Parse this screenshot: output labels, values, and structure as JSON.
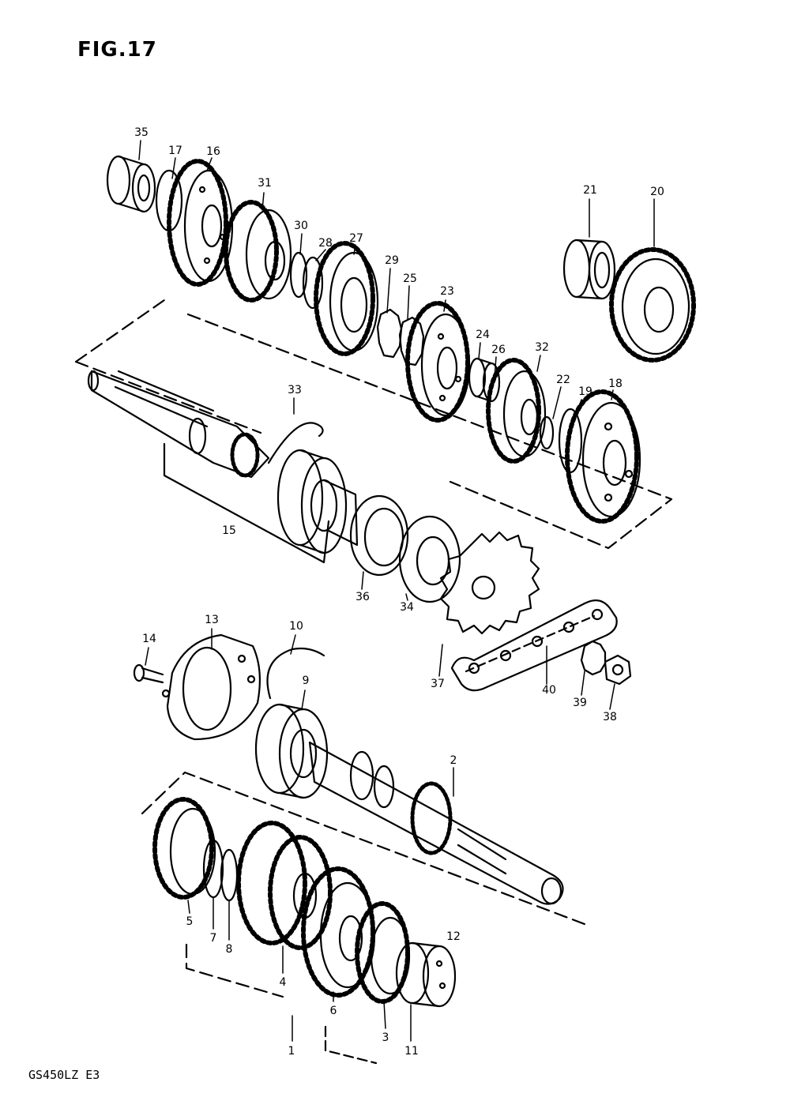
{
  "figure_title": "FIG.17",
  "footer_code": "GS450LZ E3",
  "parts": [
    {
      "id": "p35",
      "label": "35"
    },
    {
      "id": "p17",
      "label": "17"
    },
    {
      "id": "p16",
      "label": "16"
    },
    {
      "id": "p31",
      "label": "31"
    },
    {
      "id": "p30",
      "label": "30"
    },
    {
      "id": "p28",
      "label": "28"
    },
    {
      "id": "p27",
      "label": "27"
    },
    {
      "id": "p29",
      "label": "29"
    },
    {
      "id": "p25",
      "label": "25"
    },
    {
      "id": "p23",
      "label": "23"
    },
    {
      "id": "p24",
      "label": "24"
    },
    {
      "id": "p26",
      "label": "26"
    },
    {
      "id": "p32",
      "label": "32"
    },
    {
      "id": "p22",
      "label": "22"
    },
    {
      "id": "p19",
      "label": "19"
    },
    {
      "id": "p18",
      "label": "18"
    },
    {
      "id": "p21",
      "label": "21"
    },
    {
      "id": "p20",
      "label": "20"
    },
    {
      "id": "p33",
      "label": "33"
    },
    {
      "id": "p15",
      "label": "15"
    },
    {
      "id": "p36",
      "label": "36"
    },
    {
      "id": "p34",
      "label": "34"
    },
    {
      "id": "p37",
      "label": "37"
    },
    {
      "id": "p40",
      "label": "40"
    },
    {
      "id": "p39",
      "label": "39"
    },
    {
      "id": "p38",
      "label": "38"
    },
    {
      "id": "p14",
      "label": "14"
    },
    {
      "id": "p13",
      "label": "13"
    },
    {
      "id": "p10",
      "label": "10"
    },
    {
      "id": "p9",
      "label": "9"
    },
    {
      "id": "p2",
      "label": "2"
    },
    {
      "id": "p5",
      "label": "5"
    },
    {
      "id": "p7",
      "label": "7"
    },
    {
      "id": "p8",
      "label": "8"
    },
    {
      "id": "p4",
      "label": "4"
    },
    {
      "id": "p6",
      "label": "6"
    },
    {
      "id": "p3",
      "label": "3"
    },
    {
      "id": "p11",
      "label": "11"
    },
    {
      "id": "p12",
      "label": "12"
    },
    {
      "id": "p1",
      "label": "1"
    }
  ]
}
